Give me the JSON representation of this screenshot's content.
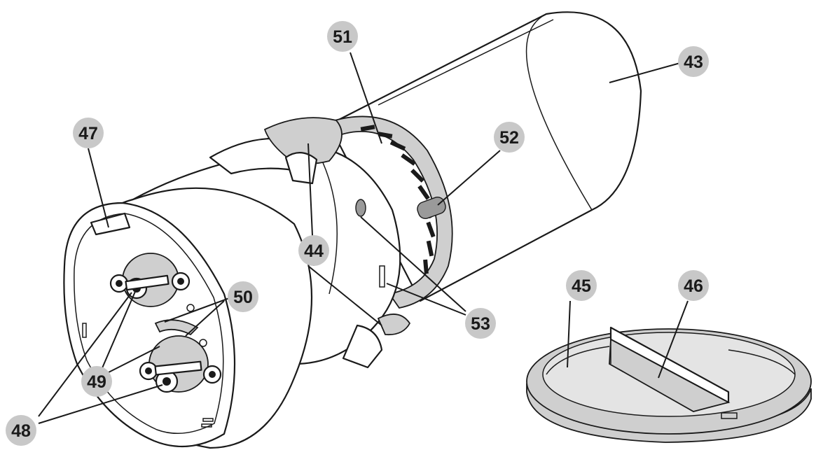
{
  "callouts": [
    {
      "id": "c43",
      "label": "43"
    },
    {
      "id": "c44",
      "label": "44"
    },
    {
      "id": "c45",
      "label": "45"
    },
    {
      "id": "c46",
      "label": "46"
    },
    {
      "id": "c47",
      "label": "47"
    },
    {
      "id": "c48",
      "label": "48"
    },
    {
      "id": "c49",
      "label": "49"
    },
    {
      "id": "c50",
      "label": "50"
    },
    {
      "id": "c51",
      "label": "51"
    },
    {
      "id": "c52",
      "label": "52"
    },
    {
      "id": "c53",
      "label": "53"
    }
  ]
}
